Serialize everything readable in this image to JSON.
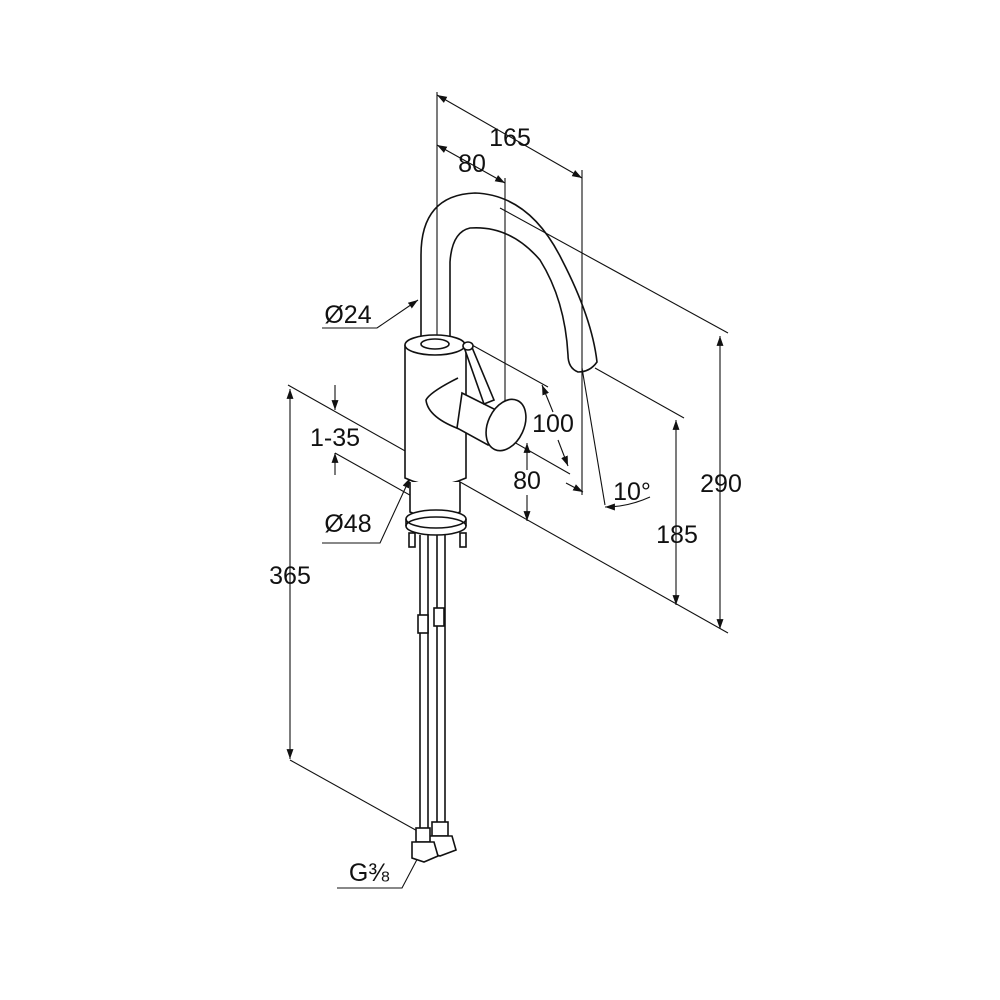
{
  "title": "Faucet dimension drawing",
  "dimensions": {
    "spout_reach": "165",
    "spout_offset": "80",
    "spout_diameter": "Ø24",
    "handle_length": "100",
    "deck_thickness": "1-35",
    "handle_height": "80",
    "spout_angle": "10°",
    "total_height": "290",
    "spout_outlet_height": "185",
    "body_diameter": "Ø48",
    "hose_length": "365",
    "connection_thread": "G⅜"
  },
  "colors": {
    "line": "#111111",
    "background": "#ffffff"
  }
}
